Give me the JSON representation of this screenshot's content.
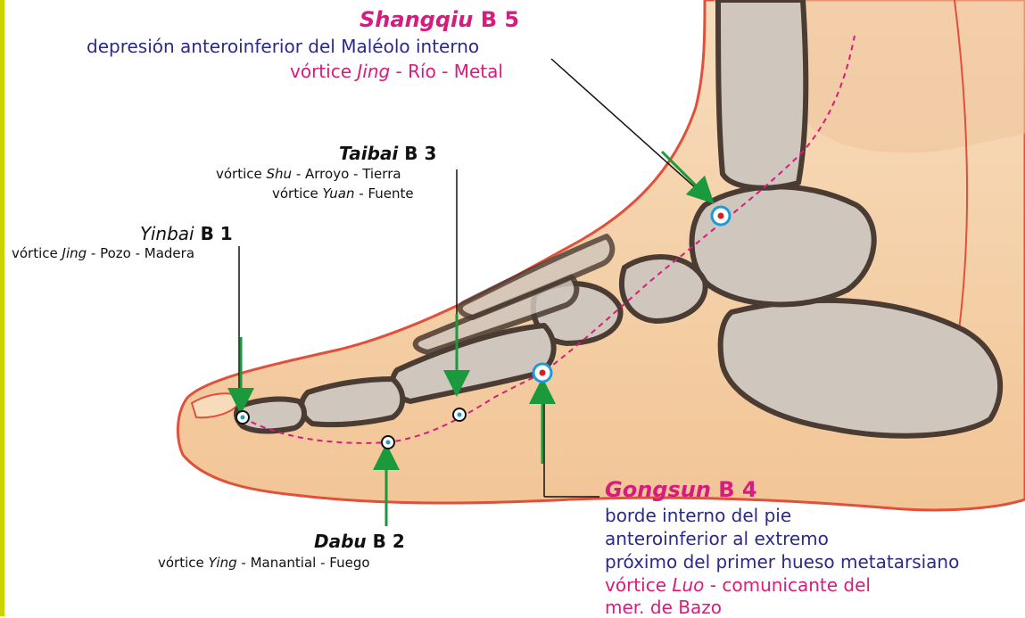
{
  "points": {
    "b5": {
      "name": "Shangqiu",
      "code": "B 5",
      "desc": "depresión anteroinferior del Maléolo interno",
      "vortex_pre": "vórtice ",
      "vortex_type": "Jing",
      "vortex_rest": " - Río - Metal"
    },
    "b3": {
      "name": "Taibai",
      "code": "B 3",
      "line1_pre": "vórtice ",
      "line1_type": "Shu",
      "line1_rest": " - Arroyo - Tierra",
      "line2_pre": "vórtice ",
      "line2_type": "Yuan",
      "line2_rest": " - Fuente"
    },
    "b1": {
      "name": "Yinbai",
      "code": "B 1",
      "line_pre": "vórtice ",
      "line_type": "Jing",
      "line_rest": " - Pozo - Madera"
    },
    "b4": {
      "name": "Gongsun",
      "code": "B 4",
      "desc1": "borde interno del pie",
      "desc2": "anteroinferior al extremo",
      "desc3": "próximo del primer hueso metatarsiano",
      "vortex_pre": "vórtice ",
      "vortex_type": "Luo",
      "vortex_rest": " - comunicante del",
      "vortex_line2": "mer. de Bazo"
    },
    "b2": {
      "name": "Dabu",
      "code": "B 2",
      "line_pre": "vórtice ",
      "line_type": "Ying",
      "line_rest": " - Manantial - Fuego"
    }
  },
  "colors": {
    "skin": "#f4cfa4",
    "skin_edge": "#e0503a",
    "bone": "#cfc6bd",
    "bone_outline": "#4a3b33",
    "meridian": "#d81b7f",
    "arrow": "#1a9a3c",
    "marker_ring": "#1e9bd7"
  }
}
